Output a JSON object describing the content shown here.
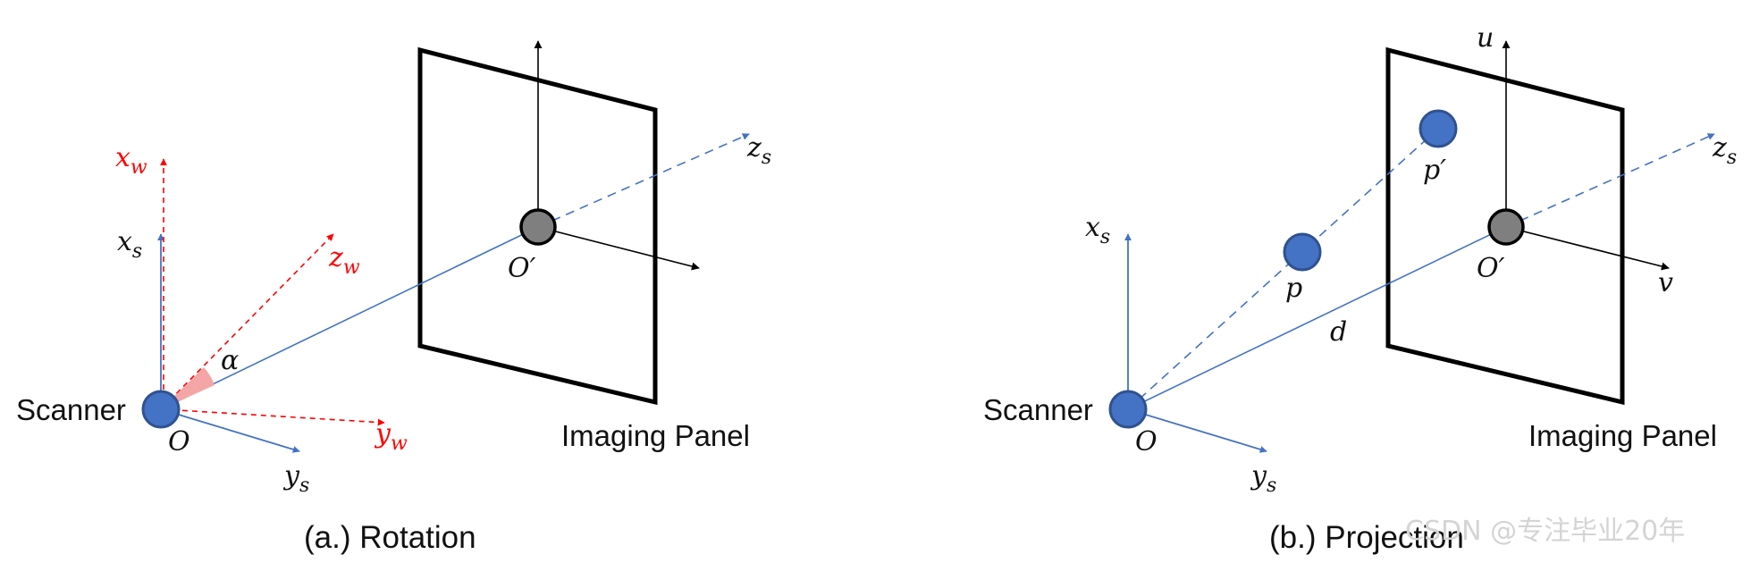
{
  "colors": {
    "ink": "#000000",
    "blue": "#4472c4",
    "red": "#ff0000",
    "gray_node": "#7f7f7f",
    "node_blue": "#4472c4",
    "node_stroke": "#2f528f",
    "wedge": "#f4a6a6"
  },
  "panel_a": {
    "scanner_label": "Scanner",
    "panel_label": "Imaging Panel",
    "caption": "(a.) Rotation",
    "origin_label": "O",
    "center_label": "O′",
    "angle_label": "α",
    "axes": {
      "xs": {
        "base": "x",
        "sub": "s"
      },
      "ys": {
        "base": "y",
        "sub": "s"
      },
      "zs": {
        "base": "z",
        "sub": "s"
      },
      "xw": {
        "base": "x",
        "sub": "w"
      },
      "yw": {
        "base": "y",
        "sub": "w"
      },
      "zw": {
        "base": "z",
        "sub": "w"
      }
    }
  },
  "panel_b": {
    "scanner_label": "Scanner",
    "panel_label": "Imaging Panel",
    "caption": "(b.) Projection",
    "origin_label": "O",
    "center_label": "O′",
    "point_label": "p",
    "projected_label": "p′",
    "distance_label": "d",
    "u_label": "u",
    "v_label": "v",
    "axes": {
      "xs": {
        "base": "x",
        "sub": "s"
      },
      "ys": {
        "base": "y",
        "sub": "s"
      },
      "zs": {
        "base": "z",
        "sub": "s"
      }
    }
  },
  "watermark": "CSDN @专注毕业20年"
}
